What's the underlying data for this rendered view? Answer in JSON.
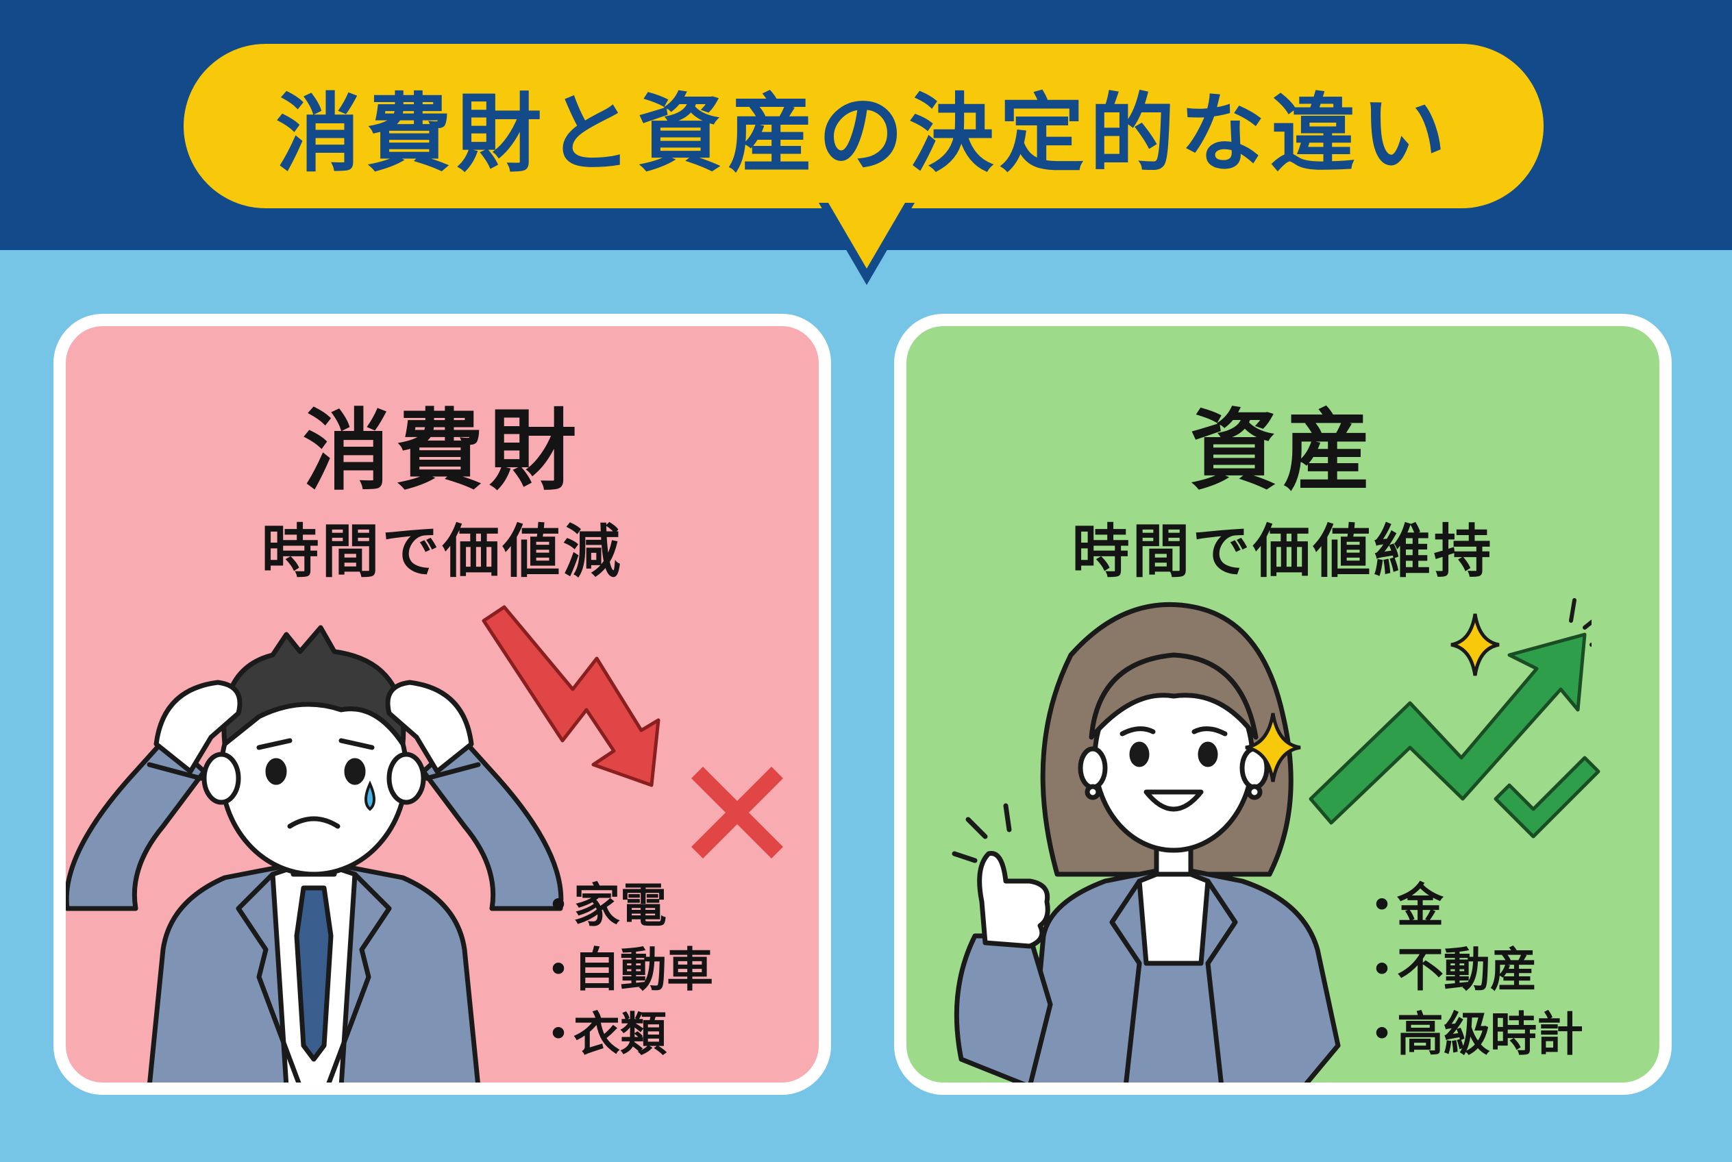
{
  "banner": {
    "title": "消費財と資産の決定的な違い"
  },
  "left_card": {
    "heading": "消費財",
    "subheading": "時間で価値減",
    "items": [
      "家電",
      "自動車",
      "衣類"
    ]
  },
  "right_card": {
    "heading": "資産",
    "subheading": "時間で価値維持",
    "items": [
      "金",
      "不動産",
      "高級時計"
    ]
  },
  "bullet": "・",
  "colors": {
    "background": "#76c4e6",
    "banner": "#124a8a",
    "title_bubble": "#f7c90a",
    "left_card": "#f8acb1",
    "right_card": "#9ddb8a",
    "down_arrow": "#e04646",
    "up_arrow": "#2f9e4b",
    "suit": "#7f94b4"
  },
  "icons": [
    "down-trend-arrow-icon",
    "cross-mark-icon",
    "up-trend-arrow-icon",
    "check-mark-icon",
    "sparkle-icon"
  ]
}
